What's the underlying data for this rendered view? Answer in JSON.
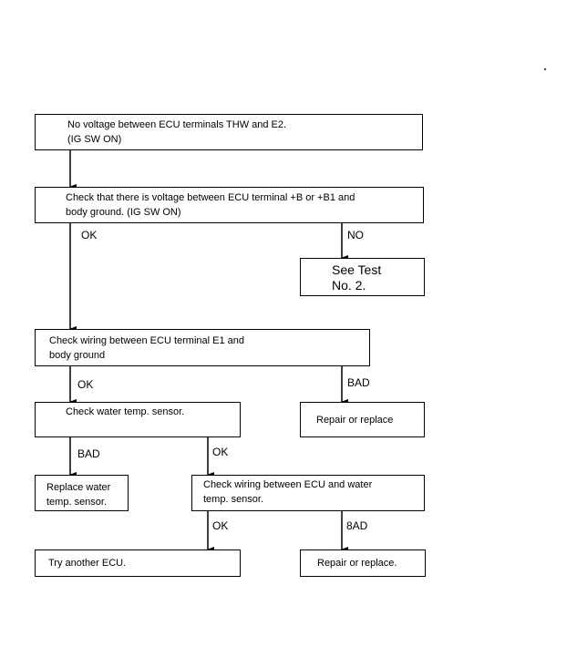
{
  "boxes": {
    "no_voltage": {
      "line1": "No voltage between ECU terminals THW and E2.",
      "line2": "(IG SW ON)"
    },
    "check_voltage": {
      "line1": "Check that there is voltage between ECU terminal +B or +B1 and",
      "line2": "body ground. (IG SW ON)"
    },
    "see_test": {
      "line1": "See Test",
      "line2": "No. 2."
    },
    "check_wiring_e1": {
      "line1": "Check wiring between ECU terminal E1 and",
      "line2": "body ground"
    },
    "repair_1": {
      "text": "Repair or replace"
    },
    "check_sensor": {
      "text": "Check water temp. sensor."
    },
    "replace_sensor": {
      "line1": "Replace water",
      "line2": "temp. sensor."
    },
    "check_wiring_sensor": {
      "line1": "Check wiring between ECU and water",
      "line2": "temp. sensor."
    },
    "try_ecu": {
      "text": "Try another ECU."
    },
    "repair_2": {
      "text": "Repair or replace."
    }
  },
  "labels": {
    "ok_1": "OK",
    "no_1": "NO",
    "ok_2": "OK",
    "bad_1": "BAD",
    "bad_2": "BAD",
    "ok_3": "OK",
    "ok_4": "OK",
    "bad_3": "8AD"
  }
}
